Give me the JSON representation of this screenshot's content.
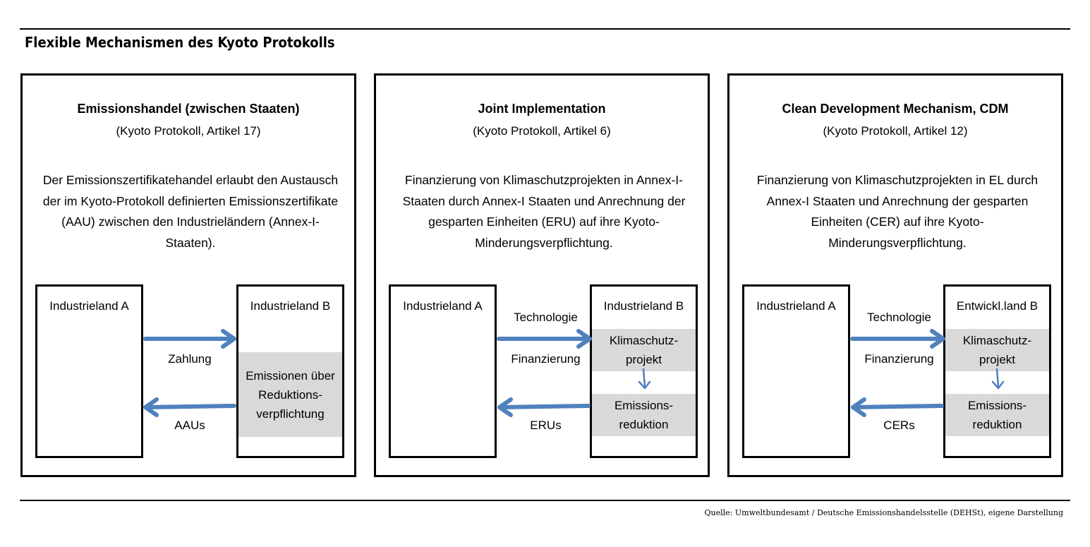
{
  "title": "Flexible Mechanismen des Kyoto Protokolls",
  "source": "Quelle: Umweltbundesamt / Deutsche Emissionshandelsstelle (DEHSt), eigene Darstellung",
  "colors": {
    "arrow": "#4f81bd",
    "highlight": "#d9d9d9",
    "border": "#000000"
  },
  "panels": [
    {
      "title": "Emissionshandel (zwischen Staaten)",
      "subtitle": "(Kyoto Protokoll, Artikel 17)",
      "description": "Der Emissionszertifikatehandel erlaubt den Austausch der im Kyoto-Protokoll definierten Emissionszertifikate (AAU) zwischen den Industrieländern (Annex-I-Staaten).",
      "box_a": "Industrieland A",
      "box_b": "Industrieland B",
      "box_b_gray": "Emissionen über Reduktions-verpflichtung",
      "arrow_right_top": "",
      "arrow_right_bottom": "Zahlung",
      "arrow_left": "AAUs"
    },
    {
      "title": "Joint Implementation",
      "subtitle": "(Kyoto Protokoll, Artikel 6)",
      "description": "Finanzierung von Klimaschutzprojekten in Annex-I-Staaten durch Annex-I Staaten und Anrechnung der gesparten Einheiten (ERU) auf ihre Kyoto-Minderungsverpflichtung.",
      "box_a": "Industrieland A",
      "box_b": "Industrieland  B",
      "box_b_gray_top": "Klimaschutz-projekt",
      "box_b_gray_bottom": "Emissions-reduktion",
      "arrow_right_top": "Technologie",
      "arrow_right_bottom": "Finanzierung",
      "arrow_left": "ERUs"
    },
    {
      "title": "Clean Development Mechanism, CDM",
      "subtitle": "(Kyoto Protokoll, Artikel 12)",
      "description": "Finanzierung von Klimaschutzprojekten in EL durch Annex-I Staaten und Anrechnung der gesparten Einheiten (CER) auf ihre Kyoto-Minderungsverpflichtung.",
      "box_a": "Industrieland A",
      "box_b": "Entwickl.land  B",
      "box_b_gray_top": "Klimaschutz-projekt",
      "box_b_gray_bottom": "Emissions-reduktion",
      "arrow_right_top": "Technologie",
      "arrow_right_bottom": "Finanzierung",
      "arrow_left": "CERs"
    }
  ]
}
